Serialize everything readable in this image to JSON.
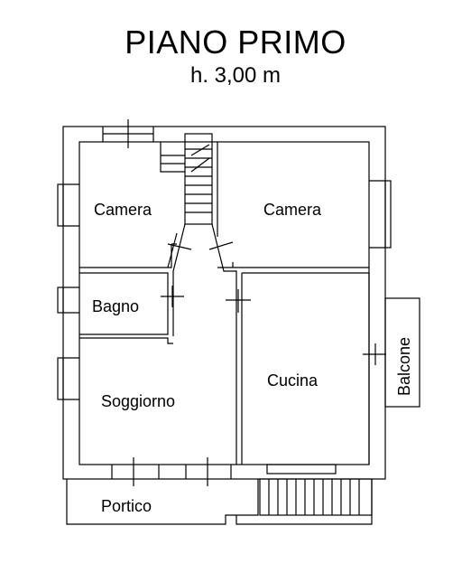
{
  "header": {
    "title": "PIANO PRIMO",
    "height": "h. 3,00 m"
  },
  "rooms": {
    "camera_left": "Camera",
    "camera_right": "Camera",
    "bagno": "Bagno",
    "soggiorno": "Soggiorno",
    "cucina": "Cucina",
    "balcone": "Balcone",
    "portico": "Portico"
  },
  "colors": {
    "line": "#000000",
    "background": "#ffffff"
  }
}
